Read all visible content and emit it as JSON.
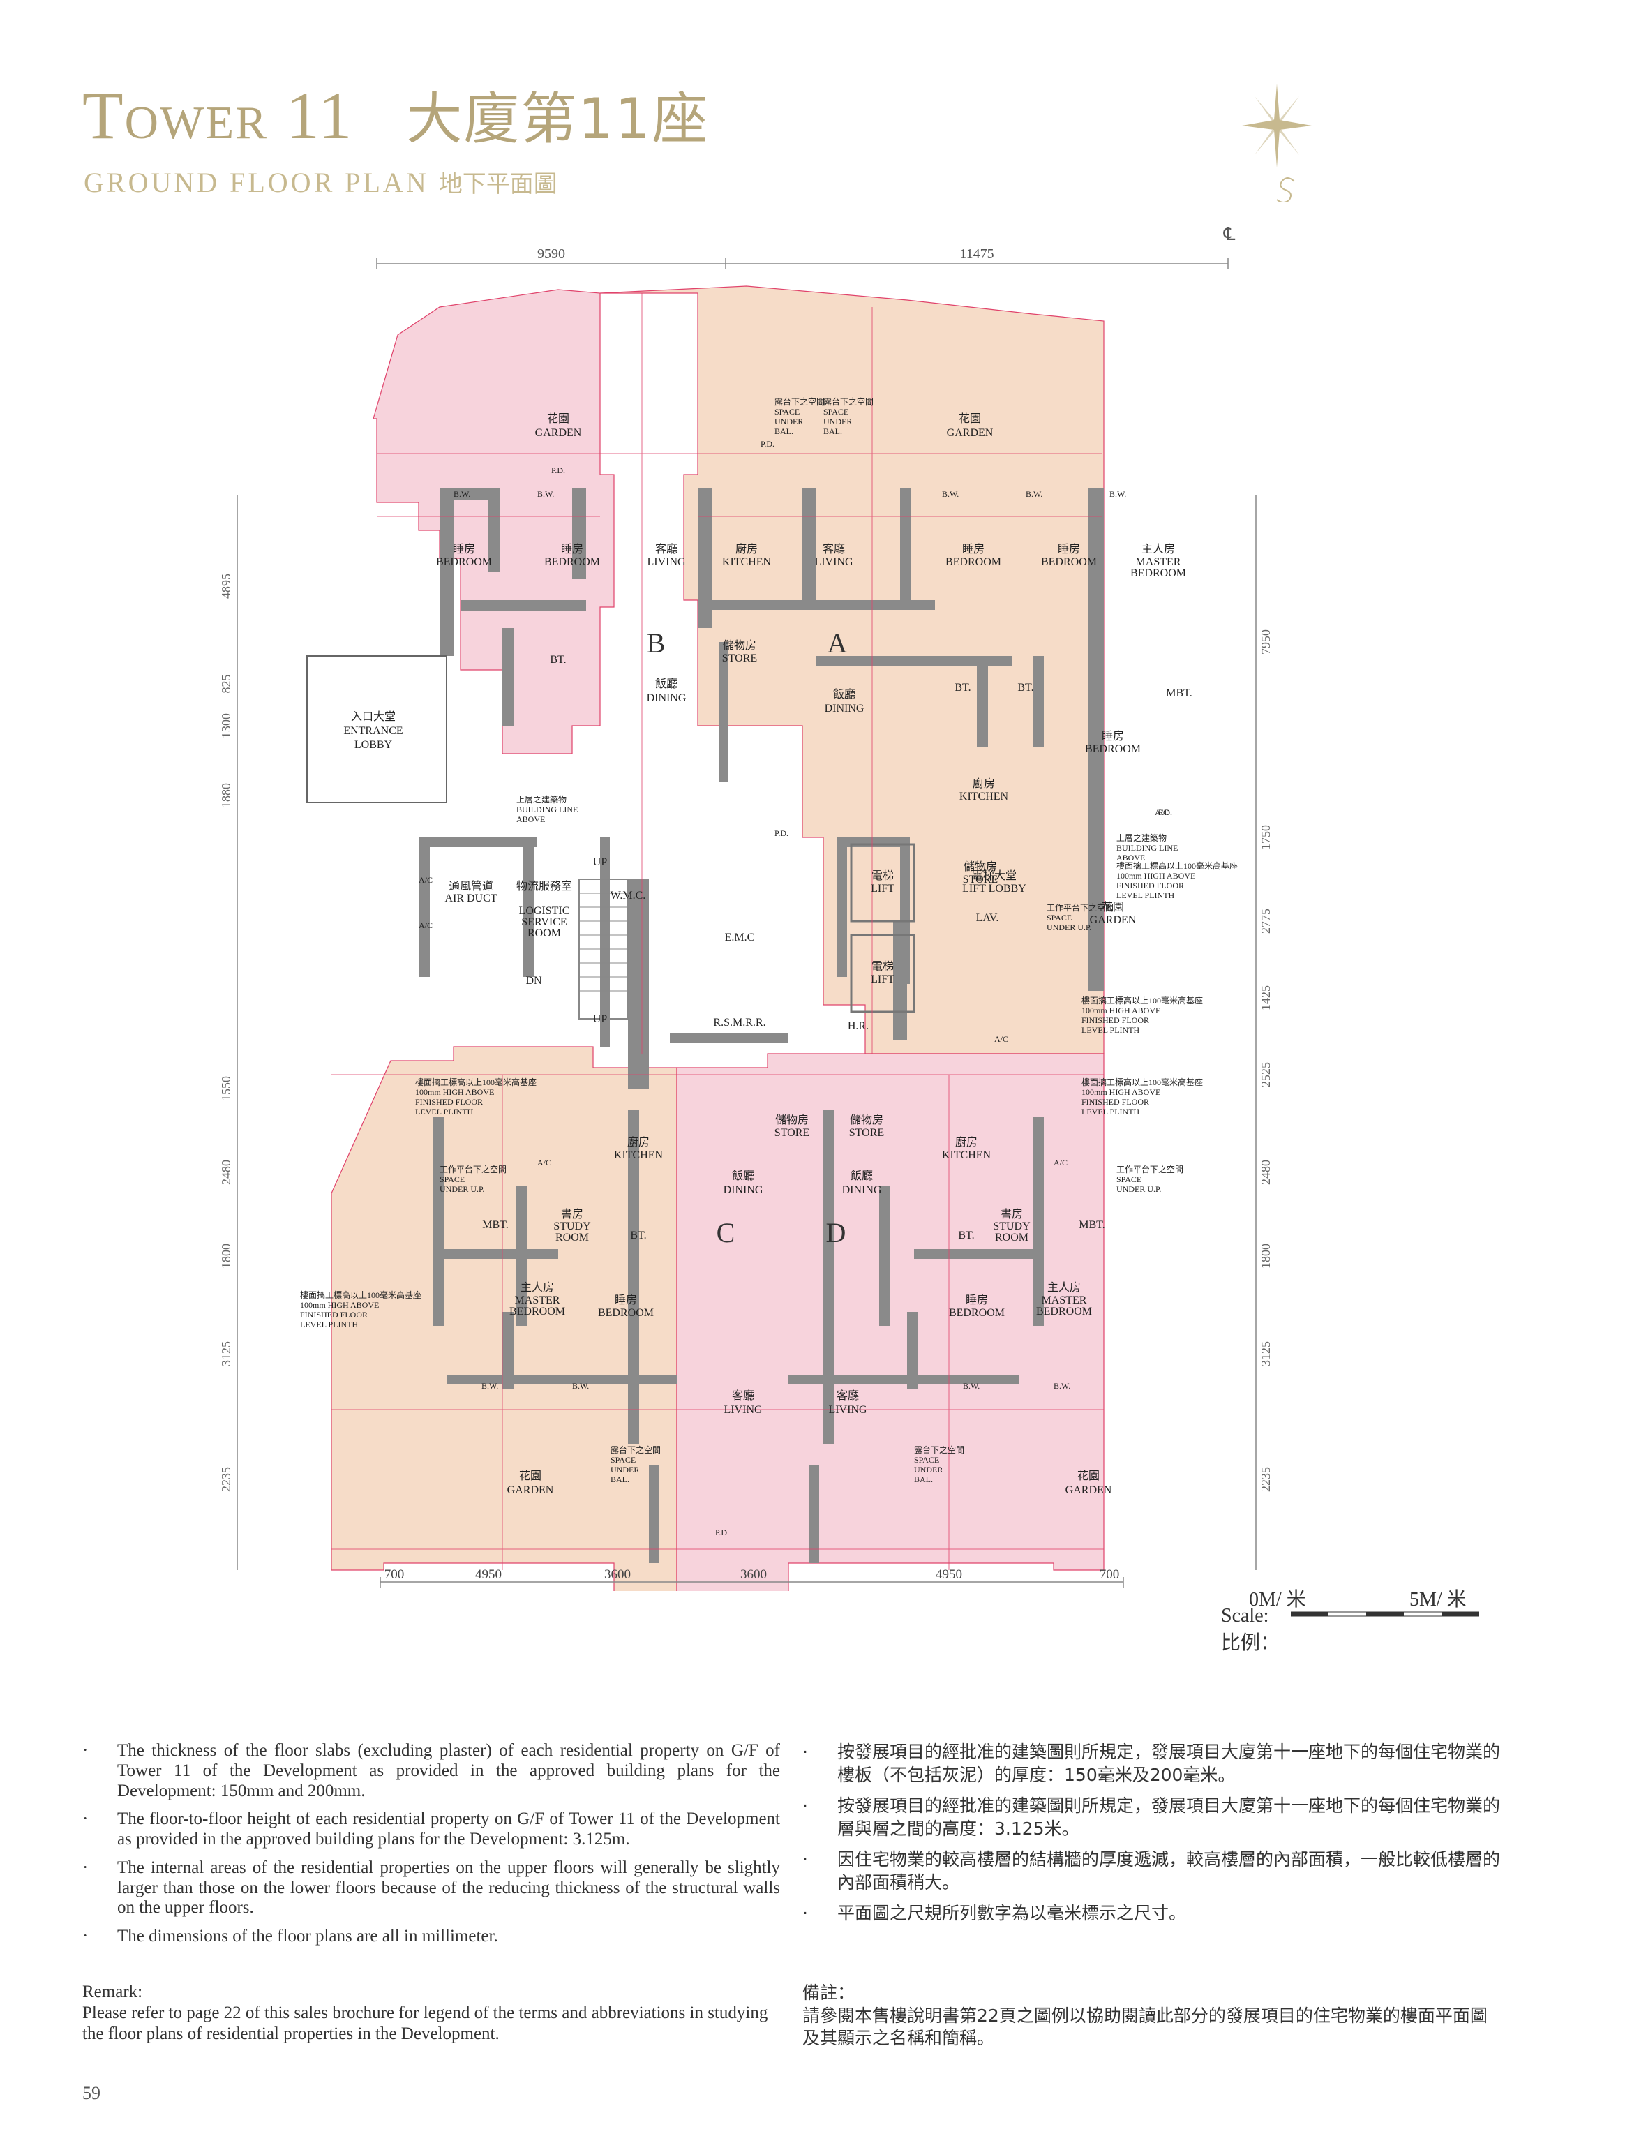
{
  "header": {
    "title_en": "Tower 11",
    "title_zh": "大廈第11座",
    "subtitle_en": "GROUND FLOOR PLAN",
    "subtitle_zh": "地下平面圖"
  },
  "plan": {
    "centerline_mark": "℄",
    "top_dims": [
      "9590",
      "11475"
    ],
    "bottom_dims": [
      "700",
      "4950",
      "3600",
      "3600",
      "4950",
      "700"
    ],
    "left_dims": [
      "4895",
      "825",
      "1300",
      "1880",
      "1550",
      "2480",
      "1800",
      "3125",
      "2235"
    ],
    "right_dims": [
      "7950",
      "1750",
      "2775",
      "1425",
      "2525",
      "2480",
      "1800",
      "3125",
      "2235"
    ],
    "units": [
      "A",
      "B",
      "C",
      "D"
    ],
    "rooms": {
      "garden_zh": "花園",
      "garden_en": "GARDEN",
      "living_zh": "客廳",
      "living_en": "LIVING",
      "dining_zh": "飯廳",
      "dining_en": "DINING",
      "kitchen_zh": "廚房",
      "kitchen_en": "KITCHEN",
      "bedroom_zh": "睡房",
      "bedroom_en": "BEDROOM",
      "master_zh": "主人房",
      "master_en_1": "MASTER",
      "master_en_2": "BEDROOM",
      "store_zh": "儲物房",
      "store_en": "STORE",
      "study_zh": "書房",
      "study_en_1": "STUDY",
      "study_en_2": "ROOM",
      "bt": "BT.",
      "mbt": "MBT.",
      "bw": "B.W.",
      "pd": "P.D.",
      "ac": "A/C",
      "lav": "LAV.",
      "entrance_zh": "入口大堂",
      "entrance_en_1": "ENTRANCE",
      "entrance_en_2": "LOBBY",
      "lift_lobby_zh": "電梯大堂",
      "lift_lobby_en": "LIFT LOBBY",
      "lift_zh": "電梯",
      "lift_en": "LIFT",
      "air_duct_zh": "通風管道",
      "air_duct_en": "AIR DUCT",
      "logistic_zh": "物流服務室",
      "logistic_en_1": "LOGISTIC",
      "logistic_en_2": "SERVICE",
      "logistic_en_3": "ROOM",
      "wmc": "W.M.C.",
      "emc": "E.M.C",
      "rsmrr": "R.S.M.R.R.",
      "hr": "H.R.",
      "up": "UP",
      "dn": "DN",
      "space_under_bal_zh": "露台下之空間",
      "space_under_bal_en_1": "SPACE",
      "space_under_bal_en_2": "UNDER",
      "space_under_bal_en_3": "BAL.",
      "building_line_zh": "上層之建築物",
      "building_line_en_1": "BUILDING LINE",
      "building_line_en_2": "ABOVE",
      "plinth_zh": "樓面摛工標高以上100毫米高基座",
      "plinth_en_1": "100mm HIGH ABOVE",
      "plinth_en_2": "FINISHED FLOOR",
      "plinth_en_3": "LEVEL PLINTH",
      "work_platform_zh": "工作平台下之空間",
      "work_platform_en_1": "SPACE",
      "work_platform_en_2": "UNDER U.P."
    },
    "scale": {
      "left": "0M/ 米",
      "right": "5M/ 米",
      "label_en": "Scale:",
      "label_zh": "比例："
    },
    "colors": {
      "unit_pink": "#f7d3dc",
      "unit_peach": "#f6dcc8",
      "wall": "#7f7f7f",
      "dim_red": "#e0436b",
      "title_gold": "#b5a57a"
    }
  },
  "notes_en": [
    "The thickness of the floor slabs (excluding plaster) of each residential property on G/F of Tower 11 of the Development as provided in the approved building plans for the Development: 150mm and 200mm.",
    "The floor-to-floor height of each residential property on G/F of Tower 11 of the Development as provided in the approved building plans for the Development: 3.125m.",
    "The internal areas of the residential properties on the upper floors will generally be slightly larger than those on the lower floors because of the reducing thickness of the structural walls on the upper floors.",
    "The dimensions of the floor plans are all in millimeter."
  ],
  "notes_zh": [
    "按發展項目的經批准的建築圖則所規定，發展項目大廈第十一座地下的每個住宅物業的樓板（不包括灰泥）的厚度：150毫米及200毫米。",
    "按發展項目的經批准的建築圖則所規定，發展項目大廈第十一座地下的每個住宅物業的層與層之間的高度：3.125米。",
    "因住宅物業的較高樓層的結構牆的厚度遞減，較高樓層的內部面積，一般比較低樓層的內部面積稍大。",
    "平面圖之尺規所列數字為以毫米標示之尺寸。"
  ],
  "bullet": "·",
  "remark": {
    "label_en": "Remark:",
    "text_en": "Please refer to page 22 of this sales brochure for legend of the terms and abbreviations in studying the floor plans of residential properties in the Development.",
    "label_zh": "備註：",
    "text_zh": "請參閱本售樓說明書第22頁之圖例以協助閱讀此部分的發展項目的住宅物業的樓面平面圖及其顯示之名稱和簡稱。"
  },
  "page_number": "59"
}
